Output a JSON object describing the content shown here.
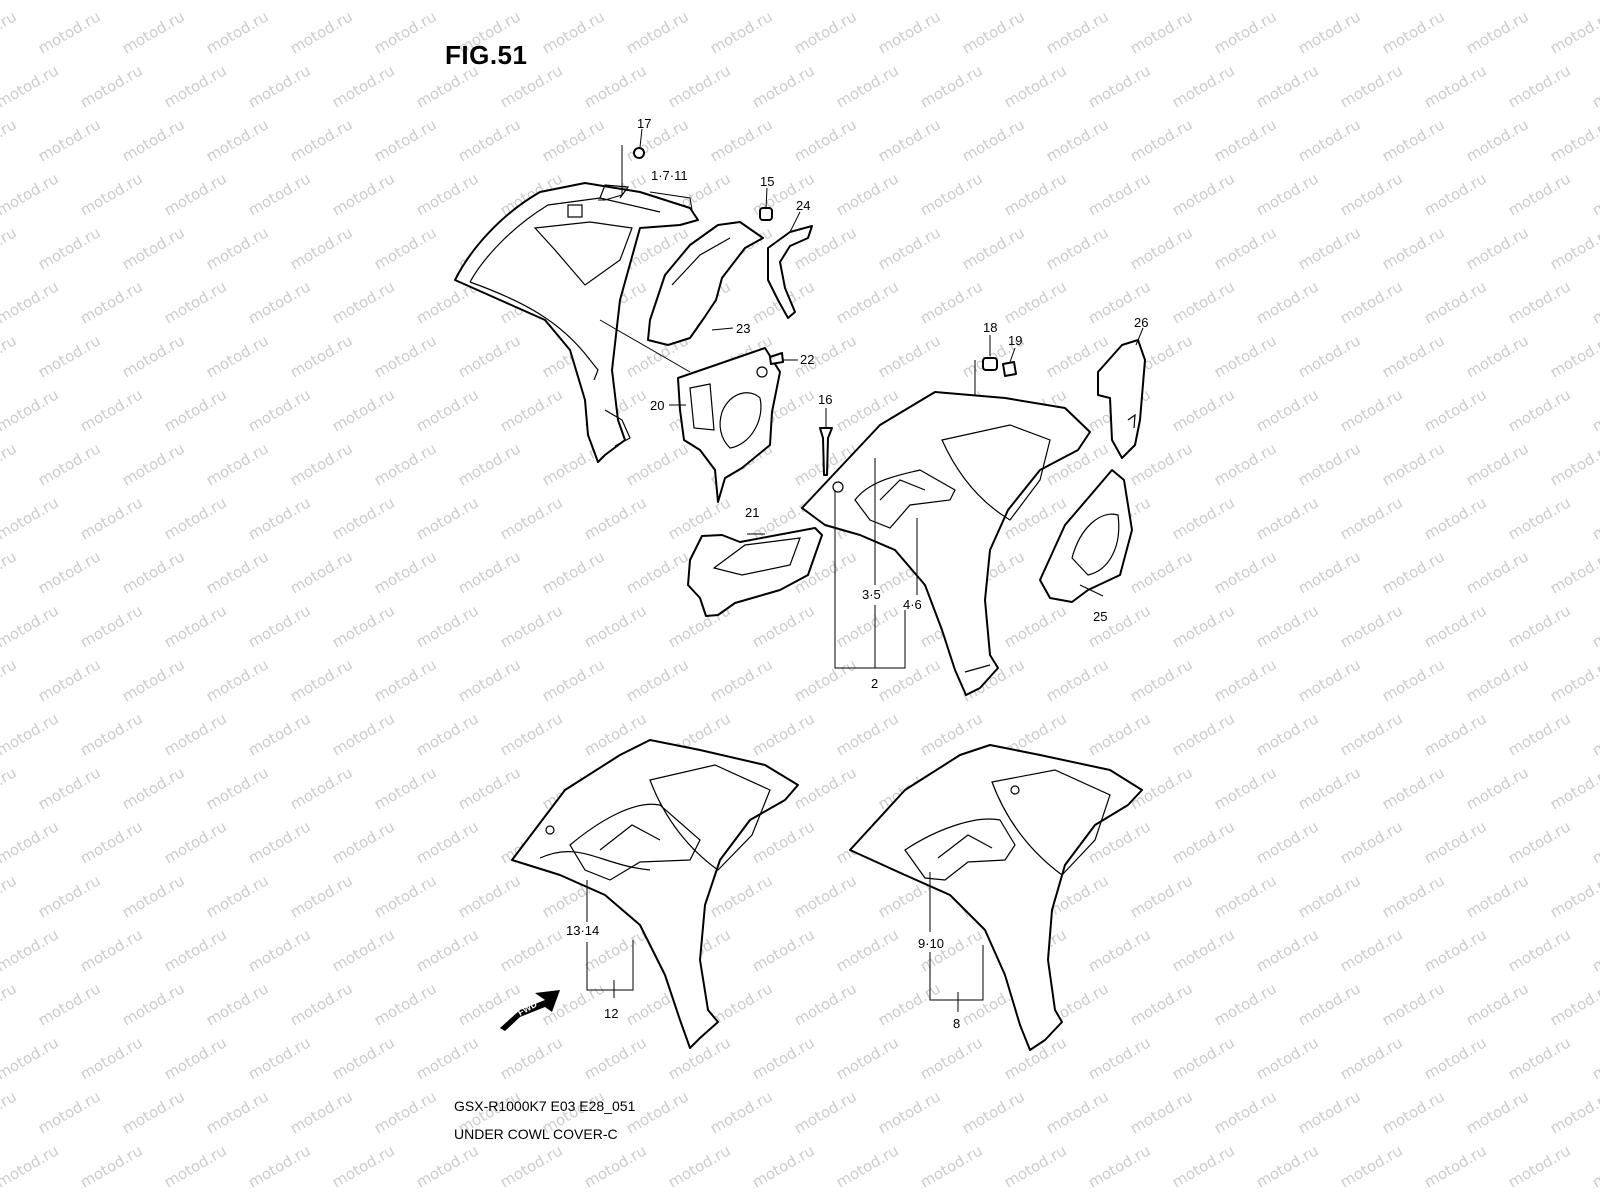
{
  "figure": {
    "title": "FIG.51"
  },
  "watermark": {
    "text": "motod.ru",
    "color": "#cccccc"
  },
  "caption": {
    "model_code": "GSX-R1000K7 E03 E28_051",
    "name": "UNDER COWL COVER-C"
  },
  "callouts": {
    "c1": "17",
    "c2": "1·7·11",
    "c3": "15",
    "c4": "24",
    "c5": "23",
    "c6": "22",
    "c7": "20",
    "c8": "18",
    "c9": "19",
    "c10": "26",
    "c11": "16",
    "c12": "21",
    "c13": "3·5",
    "c14": "4·6",
    "c15": "2",
    "c16": "25",
    "c17": "13·14",
    "c18": "12",
    "c19": "9·10",
    "c20": "8"
  },
  "fwd_arrow": {
    "label": "FWD"
  }
}
